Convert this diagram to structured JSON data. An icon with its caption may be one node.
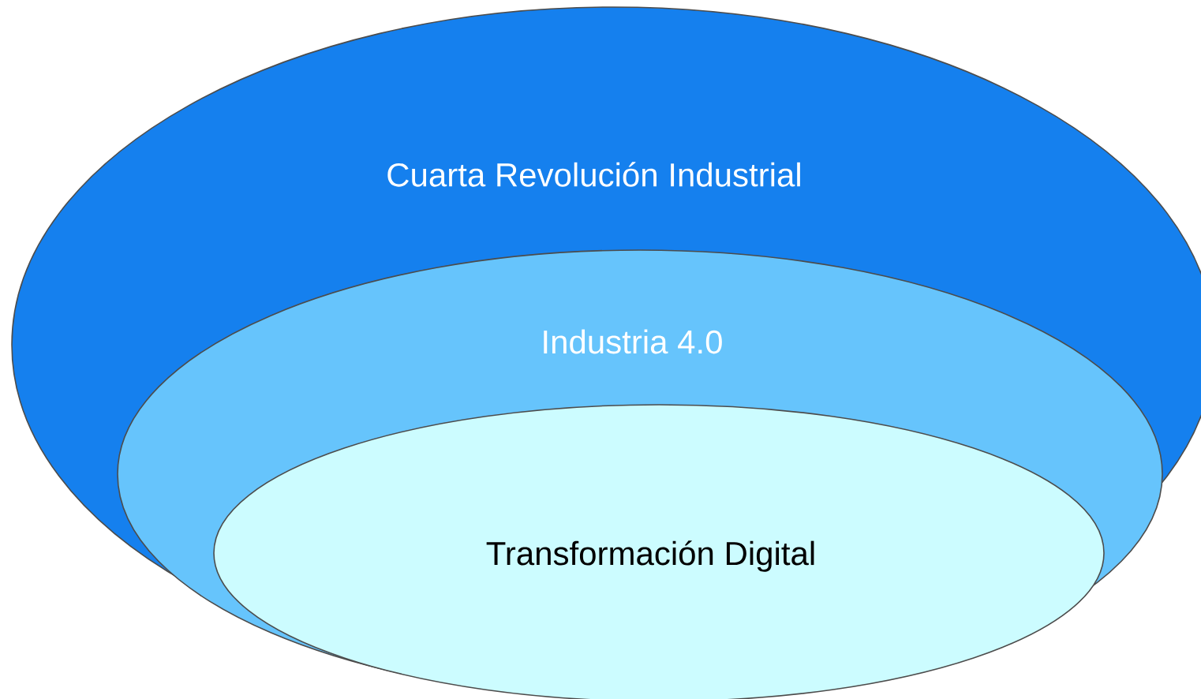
{
  "diagram": {
    "nodes": [
      {
        "text": [
          "Cuarta Revolución Industrial"
        ]
      },
      {
        "text": [
          "Industria 4.0"
        ],
        "in": 0
      },
      {
        "text": [
          "Transformación Digital"
        ],
        "in": 1
      }
    ]
  }
}
